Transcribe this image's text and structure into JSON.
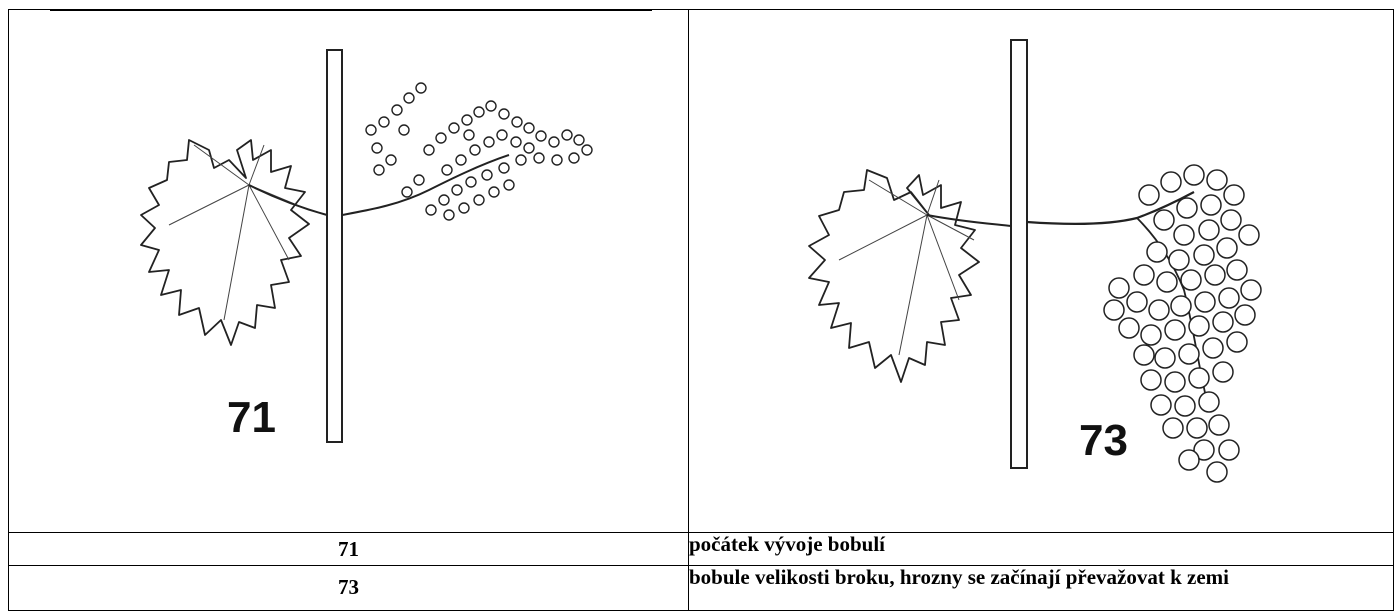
{
  "stages": [
    {
      "number": "71",
      "description": "počátek vývoje bobulí",
      "figure_label": "71",
      "figure": "grapevine shoot with leaf and small berries",
      "icon": "grapevine-71-illustration"
    },
    {
      "number": "73",
      "description": "bobule velikosti broku, hrozny se začínají převažovat k zemi",
      "figure_label": "73",
      "figure": "grapevine shoot with leaf and hanging grape cluster",
      "icon": "grapevine-73-illustration"
    }
  ]
}
